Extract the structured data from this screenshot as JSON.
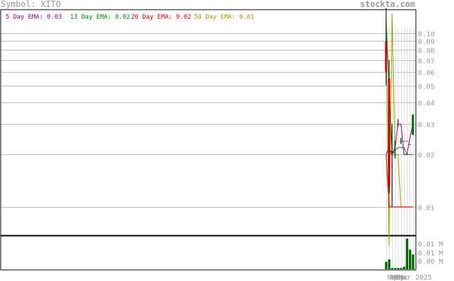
{
  "header": {
    "symbol_label": "Symbol: XITO",
    "site": "stockta.com"
  },
  "legend": [
    {
      "label": "5 Day EMA: 0.03",
      "color": "#800080"
    },
    {
      "label": "13 Day EMA: 0.02",
      "color": "#008000"
    },
    {
      "label": "20 Day EMA: 0.02",
      "color": "#cc0000"
    },
    {
      "label": "50 Day EMA: 0.01",
      "color": "#999900"
    }
  ],
  "x_axis": {
    "labels": [
      "Mar",
      "Apr",
      "May",
      "Nov",
      "Dec",
      "Mar",
      "2025"
    ],
    "date_label": "Mar 2025"
  },
  "colors": {
    "grid": "#bbbbbb",
    "axis_text": "#999999",
    "up": "#006400",
    "down": "#cc0000",
    "volume": "#006400",
    "frame": "#000000",
    "ema5": "#800080",
    "ema13": "#008000",
    "ema20": "#cc0000",
    "ema50": "#999900"
  },
  "chart_data": {
    "type": "candlestick",
    "y_scale": "log",
    "price_ticks": [
      0.1,
      0.09,
      0.08,
      0.07,
      0.06,
      0.05,
      0.04,
      0.03,
      0.02,
      0.01
    ],
    "price_tick_labels": [
      "0.10",
      "0.09",
      "0.08",
      "0.07",
      "0.06",
      "0.05",
      "0.04",
      "0.03",
      "0.02",
      "0.01"
    ],
    "volume_ticks": [
      {
        "value": 2,
        "label": "0.01 M"
      },
      {
        "value": 1,
        "label": "0.01 M"
      },
      {
        "value": 0,
        "label": "0.00 M"
      }
    ],
    "candles": [
      {
        "open": 0.09,
        "high": 0.14,
        "low": 0.05,
        "close": 0.06
      },
      {
        "open": 0.055,
        "high": 0.07,
        "low": 0.012,
        "close": 0.013
      },
      {
        "open": 0.02,
        "high": 0.03,
        "low": 0.01,
        "close": 0.021
      },
      {
        "open": 0.02,
        "high": 0.024,
        "low": 0.019,
        "close": 0.02
      },
      {
        "open": 0.03,
        "high": 0.032,
        "low": 0.029,
        "close": 0.03
      },
      {
        "open": 0.024,
        "high": 0.025,
        "low": 0.023,
        "close": 0.024
      },
      {
        "open": 0.024,
        "high": 0.024,
        "low": 0.024,
        "close": 0.024
      },
      {
        "open": 0.024,
        "high": 0.024,
        "low": 0.024,
        "close": 0.024
      },
      {
        "open": 0.023,
        "high": 0.023,
        "low": 0.023,
        "close": 0.023
      },
      {
        "open": 0.026,
        "high": 0.034,
        "low": 0.026,
        "close": 0.034
      }
    ],
    "volume": [
      0.6,
      0.8,
      0.1,
      0.1,
      0.1,
      0.1,
      0.2,
      2.5,
      1.6,
      1.2
    ],
    "ema5": [
      0.02,
      0.022,
      0.02,
      0.022,
      0.03,
      0.03,
      0.02,
      0.02,
      0.025,
      0.03
    ],
    "ema13": [
      0.12,
      0.05,
      0.02,
      0.021,
      0.022,
      0.022,
      0.022,
      0.02,
      0.02,
      0.02
    ],
    "ema20": [
      0.02,
      0.01,
      0.01,
      0.01,
      0.01,
      0.01,
      0.01,
      0.01,
      0.01,
      0.01
    ],
    "ema50": [
      0.13,
      0.006,
      0.13,
      0.02,
      0.02,
      0.01,
      0.01,
      0.01,
      0.01,
      0.01
    ]
  }
}
